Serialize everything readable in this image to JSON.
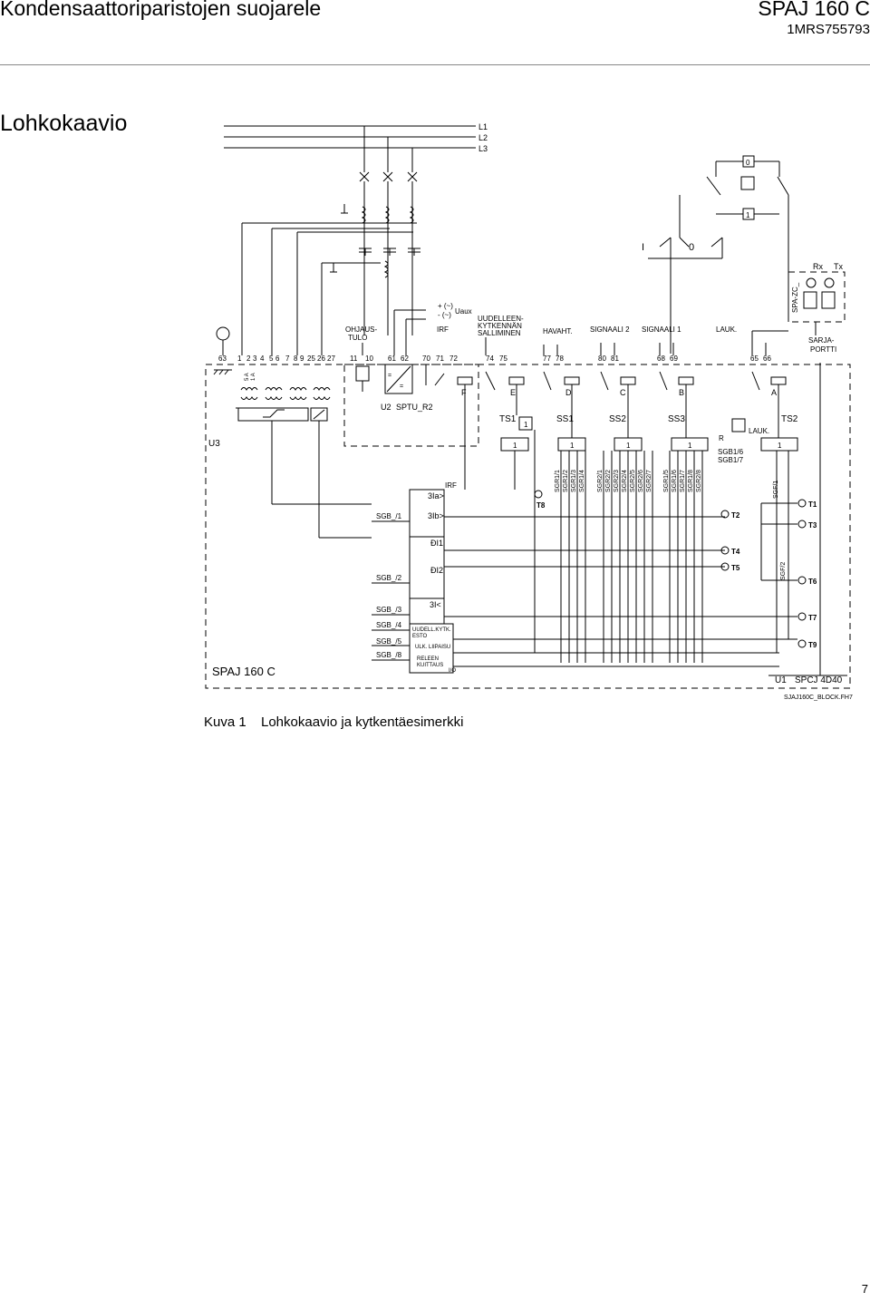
{
  "header": {
    "title": "Kondensaattoriparistojen suojarele",
    "product": "SPAJ 160 C",
    "doc_id": "1MRS755793"
  },
  "section_title": "Lohkokaavio",
  "diagram": {
    "phases": [
      "L1",
      "L2",
      "L3"
    ],
    "switch_labels": {
      "zero": "0",
      "one": "1",
      "pos_i": "I",
      "pos_0": "0"
    },
    "terminals_left": [
      "63",
      "1",
      "2",
      "3",
      "4",
      "5",
      "6",
      "7",
      "8",
      "9",
      "25",
      "26",
      "27",
      "11",
      "10",
      "61",
      "62",
      "70",
      "71",
      "72",
      "74",
      "75",
      "77",
      "78",
      "80",
      "81",
      "68",
      "69",
      "65",
      "66"
    ],
    "current_inputs": [
      "5 A",
      "1 A"
    ],
    "labels": {
      "ohjaus": "OHJAUS-",
      "tulo": "TULO",
      "irf": "IRF",
      "uaux": "Uaux",
      "uaux_plus": "+ (~)",
      "uaux_minus": "- (~)",
      "uudell1": "UUDELLEEN-",
      "uudell2": "KYTKENNÄN",
      "uudell3": "SALLIMINEN",
      "havaht": "HAVAHT.",
      "signaali2": "SIGNAALI  2",
      "signaali1": "SIGNAALI  1",
      "lauk": "LAUK.",
      "sarja1": "SARJA-",
      "sarja2": "PORTTI",
      "spa_zc": "SPA-ZC_",
      "rx": "Rx",
      "tx": "Tx",
      "u2": "U2",
      "sptu": "SPTU_R2",
      "u3": "U3",
      "u1": "U1",
      "spcj": "SPCJ 4D40",
      "spaj": "SPAJ 160 C",
      "file": "SJAJ160C_BLOCK.FH7",
      "ts1": "TS1",
      "ss1": "SS1",
      "ss2": "SS2",
      "ss3": "SS3",
      "ts2": "TS2",
      "t8": "T8",
      "r": "R",
      "lauk2": "LAUK.",
      "sgb16": "SGB1/6",
      "sgb17": "SGB1/7",
      "sgf1": "SGF/1",
      "sgf2": "SGF/2",
      "uudell_kytk": "UUDELL.KYTK.",
      "esto": "ESTO",
      "ulk": "ULK. LIIPAISU",
      "releen": "RELEEN",
      "kuittaus": "KUITTAUS",
      "io": "I/O",
      "irf2": "IRF"
    },
    "relays": [
      "F",
      "E",
      "D",
      "C",
      "B",
      "A"
    ],
    "sgb": [
      "SGB_/1",
      "SGB_/2",
      "SGB_/3",
      "SGB_/4",
      "SGB_/5",
      "SGB_/8"
    ],
    "functions": [
      "3Ia>",
      "3Ib>",
      "ÐI1",
      "ÐI2",
      "3I<"
    ],
    "sgr_group1": [
      "SGR1/1",
      "SGR1/2",
      "SGR1/3",
      "SGR1/4"
    ],
    "sgr_group2": [
      "SGR2/1",
      "SGR2/2",
      "SGR2/3",
      "SGR2/4",
      "SGR2/5",
      "SGR2/6",
      "SGR2/7"
    ],
    "sgr_group3": [
      "SGR1/5",
      "SGR1/6",
      "SGR1/7",
      "SGR1/8",
      "SGR2/8"
    ],
    "indicators": [
      "T1",
      "T2",
      "T3",
      "T4",
      "T5",
      "T6",
      "T7",
      "T9"
    ],
    "or_gate": "1"
  },
  "caption": {
    "label": "Kuva 1",
    "text": "Lohkokaavio ja kytkentäesimerkki"
  },
  "page_number": "7"
}
